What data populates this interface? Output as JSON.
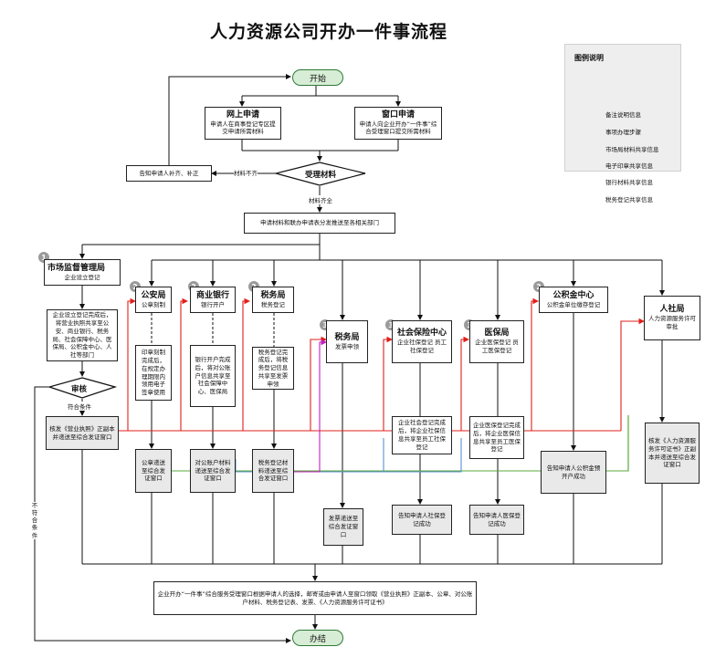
{
  "title": "人力资源公司开办一件事流程",
  "start": "开始",
  "end": "办结",
  "online": {
    "title": "网上申请",
    "desc": "申请人在商事登记专区提交申请所需材料"
  },
  "window": {
    "title": "窗口申请",
    "desc": "申请人向企业开办“一件事”综合受理窗口提交所需材料"
  },
  "accept": "受理材料",
  "incomplete_label": "材料不齐",
  "complete_label": "材料齐全",
  "notify_supplement": "告知申请人补齐、补正",
  "distribute": "申请材料和联办申请表分发推送至各相关部门",
  "market": {
    "num": "1",
    "title": "市场监督管理局",
    "sub": "企业设立登记",
    "desc": "企业设立登记完成后，将营业执照共享至公安、商业银行、税务局、社会保障中心、医保局、公积金中心、人社等部门"
  },
  "review": "审核",
  "qualify_label": "符合条件",
  "not_qualify_label": "不符合条件",
  "license_forward": "核发《营业执照》正副本并递送至综合发证窗口",
  "police": {
    "num": "2",
    "title": "公安局",
    "sub": "公章刻制",
    "desc": "印章刻制完成后，在规定办理期限内领用电子签章使用",
    "send": "公章递送至综合发证窗口"
  },
  "bank": {
    "num": "2",
    "title": "商业银行",
    "sub": "银行开户",
    "desc": "银行开户完成后，将对公账户信息共享至社会保障中心、医保局",
    "send": "对公账户材料递送至综合发证窗口"
  },
  "tax1": {
    "num": "2",
    "title": "税务局",
    "sub": "税务登记",
    "desc": "税务登记完成后，将税务登记信息共享至发票申领",
    "send": "税务登记材料递送至综合发证窗口"
  },
  "tax2": {
    "num": "3",
    "title": "税务局",
    "sub": "发票申领",
    "send": "发票递送至综合发证窗口"
  },
  "social": {
    "num": "3",
    "title": "社会保险中心",
    "sub": "企业社保登记 员工社保登记",
    "desc": "企业社会登记完成后，将企业社保信息共享至员工社保登记",
    "notify": "告知申请人社保登记成功"
  },
  "medical": {
    "num": "3",
    "title": "医保局",
    "sub": "企业医保登记 员工医保登记",
    "desc": "企业医保登记完成后，将企业医保信息共享至员工医保登记",
    "notify": "告知申请人医保登记成功"
  },
  "fund": {
    "num": "2",
    "title": "公积金中心",
    "sub": "公积金单位缴存登记",
    "notify": "告知申请人公积金预开户成功"
  },
  "hr": {
    "title": "人社局",
    "sub": "人力资源服务许可审批",
    "send": "核发《人力资源服务许可证书》正副本并递送至综合发证窗口"
  },
  "final": "企业开办“一件事”综合服务受理窗口根据申请人的选择，邮寄或由申请人至窗口领取《营业执照》正副本、公章、对公账户材料、税务登记表、发票、《人力资源服务许可证书》",
  "legend": {
    "title": "图例说明",
    "items": [
      {
        "label": "备注说明信息",
        "color": "#000000",
        "style": "dashed"
      },
      {
        "label": "事项办理步骤",
        "color": "#000000",
        "style": "arrow"
      },
      {
        "label": "市场局材料共享信息",
        "color": "#e0201b",
        "style": "arrow"
      },
      {
        "label": "电子印章共享信息",
        "color": "#58a83a",
        "style": "arrow"
      },
      {
        "label": "银行材料共享信息",
        "color": "#5a8fd0",
        "style": "arrow"
      },
      {
        "label": "税务登记共享信息",
        "color": "#c020c0",
        "style": "arrow"
      }
    ]
  }
}
